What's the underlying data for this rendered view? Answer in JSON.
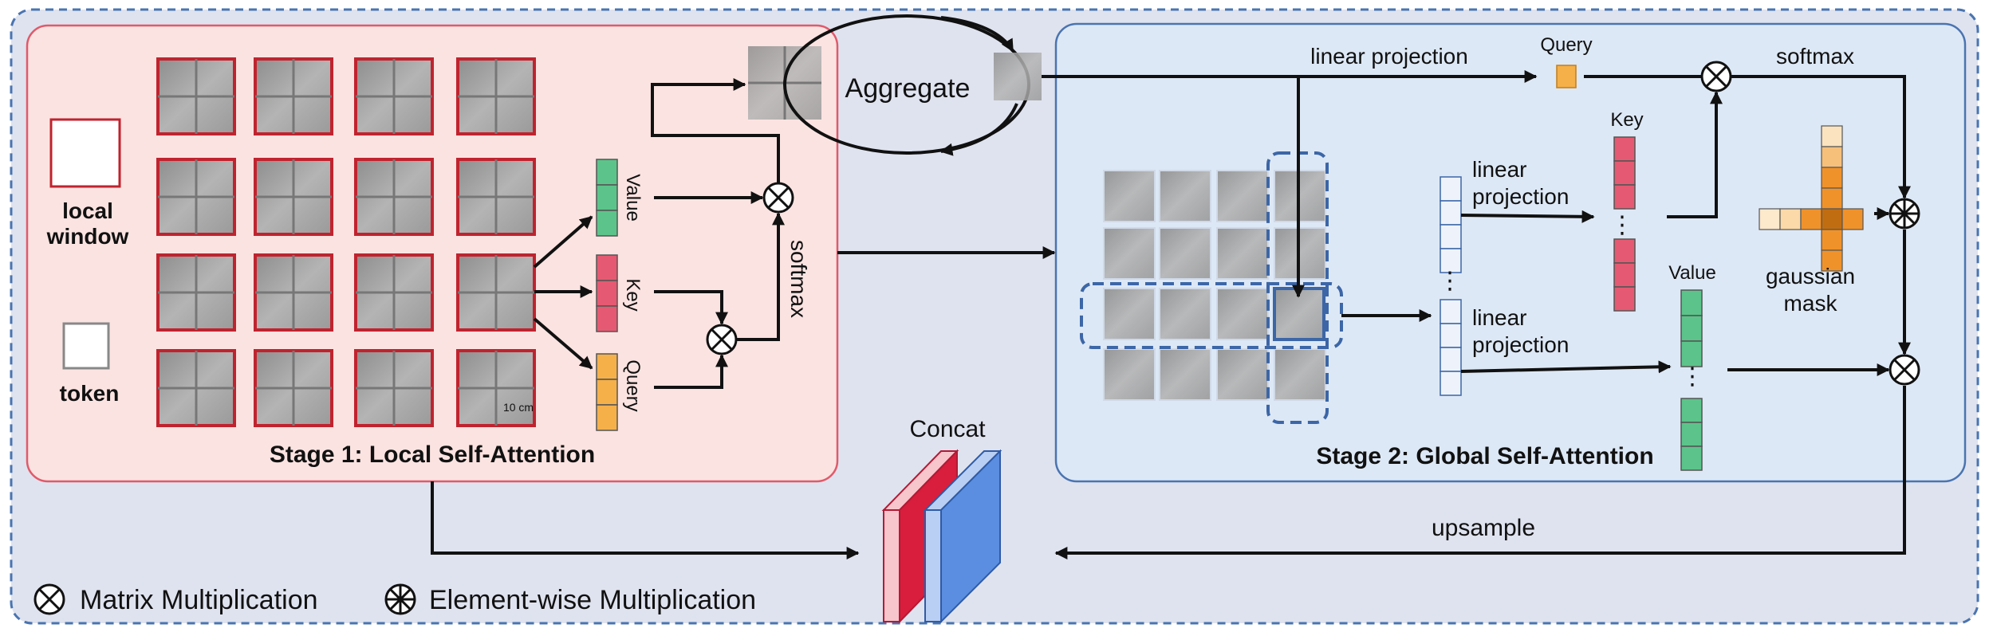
{
  "legend": {
    "local_window": [
      "local",
      "window"
    ],
    "token": "token",
    "matrix_mult": "Matrix Multiplication",
    "elementwise_mult": "Element-wise Multiplication"
  },
  "stage1": {
    "title": "Stage 1: Local Self-Attention",
    "value": "Value",
    "key": "Key",
    "query": "Query",
    "softmax": "softmax",
    "patch_scale": "10 cm"
  },
  "aggregate": "Aggregate",
  "concat": "Concat",
  "upsample": "upsample",
  "stage2": {
    "title": "Stage 2: Global Self-Attention",
    "linear_projection": "linear projection",
    "linear": "linear",
    "projection": "projection",
    "query": "Query",
    "key": "Key",
    "value": "Value",
    "softmax": "softmax",
    "gaussian_mask": [
      "gaussian",
      "mask"
    ],
    "dots": "⋮"
  },
  "colors": {
    "stage1_fill": "#fbe3e1",
    "stage1_border": "#e05a6a",
    "stage2_fill": "#dde8f6",
    "stage2_border": "#4a74b0",
    "outer_fill": "#dfe3ef",
    "window_red": "#c0232e",
    "value_green": "#5cc48a",
    "key_red": "#e55a72",
    "query_orange": "#f5b04a",
    "gaussian_orange": "#f0922a",
    "concat_red": "#d81e3c",
    "concat_blue": "#5b8ee0"
  }
}
